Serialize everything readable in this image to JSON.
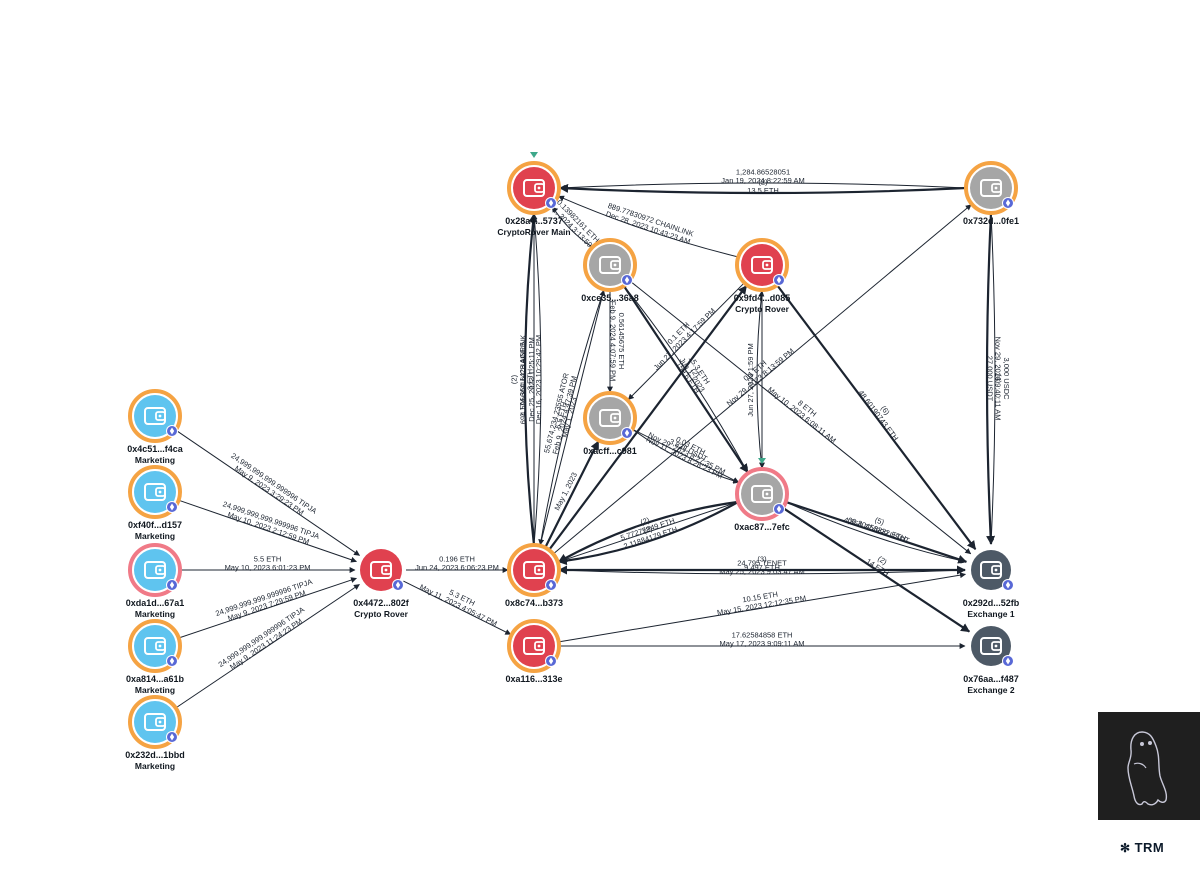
{
  "graph": {
    "nodes": [
      {
        "id": "n_4c51",
        "address": "0x4c51...f4ca",
        "label": "Marketing",
        "kind": "blue",
        "ring": "orange"
      },
      {
        "id": "n_f40f",
        "address": "0xf40f...d157",
        "label": "Marketing",
        "kind": "blue",
        "ring": "orange"
      },
      {
        "id": "n_da1d",
        "address": "0xda1d...67a1",
        "label": "Marketing",
        "kind": "blue",
        "ring": "pink"
      },
      {
        "id": "n_a814",
        "address": "0xa814...a61b",
        "label": "Marketing",
        "kind": "blue",
        "ring": "orange"
      },
      {
        "id": "n_232d",
        "address": "0x232d...1bbd",
        "label": "Marketing",
        "kind": "blue",
        "ring": "orange"
      },
      {
        "id": "n_4472",
        "address": "0x4472...802f",
        "label": "Crypto Rover",
        "kind": "red",
        "ring": "none"
      },
      {
        "id": "n_8c74",
        "address": "0x8c74...b373",
        "label": "",
        "kind": "red",
        "ring": "orange"
      },
      {
        "id": "n_a116",
        "address": "0xa116...313e",
        "label": "",
        "kind": "red",
        "ring": "orange"
      },
      {
        "id": "n_28a4",
        "address": "0x28a4...5737",
        "label": "CryptoRover Main",
        "kind": "red",
        "ring": "orange",
        "marker": true
      },
      {
        "id": "n_ce35",
        "address": "0xce35...36a8",
        "label": "",
        "kind": "gray",
        "ring": "orange"
      },
      {
        "id": "n_acff",
        "address": "0xacff...c981",
        "label": "",
        "kind": "gray",
        "ring": "orange"
      },
      {
        "id": "n_9fd4",
        "address": "0x9fd4...d085",
        "label": "Crypto Rover",
        "kind": "red",
        "ring": "orange"
      },
      {
        "id": "n_ac87",
        "address": "0xac87...7efc",
        "label": "",
        "kind": "gray",
        "ring": "pink",
        "marker": true
      },
      {
        "id": "n_732d",
        "address": "0x732d...0fe1",
        "label": "",
        "kind": "gray",
        "ring": "orange"
      },
      {
        "id": "n_292d",
        "address": "0x292d...52fb",
        "label": "Exchange 1",
        "kind": "dark",
        "ring": "none"
      },
      {
        "id": "n_76aa",
        "address": "0x76aa...f487",
        "label": "Exchange 2",
        "kind": "dark",
        "ring": "none"
      }
    ],
    "edges": [
      {
        "from": "n_4c51",
        "to": "n_4472",
        "width": 1,
        "lines": [
          "24,999,999,999.999996 TIPJA",
          "May 9, 2023 3:29:23 PM"
        ]
      },
      {
        "from": "n_f40f",
        "to": "n_4472",
        "width": 1,
        "lines": [
          "24,999,999,999.999996 TIPJA",
          "May 10, 2023 2:12:59 PM"
        ]
      },
      {
        "from": "n_da1d",
        "to": "n_4472",
        "width": 1,
        "lines": [
          "5.5 ETH",
          "May 10, 2023 6:01:23 PM"
        ]
      },
      {
        "from": "n_a814",
        "to": "n_4472",
        "width": 1,
        "lines": [
          "24,999,999,999.999996 TIPJA",
          "May 9, 2023 7:29:59 PM"
        ]
      },
      {
        "from": "n_232d",
        "to": "n_4472",
        "width": 1,
        "lines": [
          "24,999,999,999.999996 TIPJA",
          "May 9, 2023 11:24:23 PM"
        ]
      },
      {
        "from": "n_4472",
        "to": "n_8c74",
        "width": 1,
        "lines": [
          "0.196 ETH",
          "Jun 24, 2023 6:06:23 PM"
        ]
      },
      {
        "from": "n_4472",
        "to": "n_a116",
        "width": 1,
        "lines": [
          "5.3 ETH",
          "May 11, 2023 4:05:47 PM"
        ]
      },
      {
        "from": "n_8c74",
        "to": "n_28a4",
        "width": 2.2,
        "bend": -18,
        "lines": [
          "(2)",
          "1,174,364 1423 AGRS"
        ]
      },
      {
        "from": "n_8c74",
        "to": "n_28a4",
        "width": 1,
        "lines": [
          "694.59564116 CHAINLINK",
          "Dec 25, 2023 1:25:11 PM"
        ]
      },
      {
        "from": "n_8c74",
        "to": "n_28a4",
        "width": 1,
        "bend": 14,
        "lines": [
          "3 ETH",
          "Dec 16, 2023 10:29:42 PM"
        ]
      },
      {
        "from": "n_8c74",
        "to": "n_ce35",
        "width": 1,
        "lines": [
          "6.5 ETH",
          "May 1, 2023"
        ]
      },
      {
        "from": "n_ce35",
        "to": "n_8c74",
        "width": 1,
        "bend": 10,
        "lines": [
          "55,674,234.23555 ATOR",
          "Feb 9, 2024 4:47:39 PM"
        ]
      },
      {
        "from": "n_ce35",
        "to": "n_acff",
        "width": 1,
        "lines": [
          "0.56145675 ETH",
          "Feb 9, 2024 4:07:59 PM"
        ]
      },
      {
        "from": "n_ce35",
        "to": "n_ac87",
        "width": 2.2,
        "lines": [
          "(2)",
          "159.6 ETH"
        ]
      },
      {
        "from": "n_ce35",
        "to": "n_ac87",
        "width": 1,
        "bend": -10,
        "lines": [
          "15.3 ETH",
          "Jun 1, 2023"
        ]
      },
      {
        "from": "n_9fd4",
        "to": "n_28a4",
        "width": 1,
        "bend": -8,
        "lines": [
          "889.77830972 CHAINLINK",
          "Dec 28, 2023 10:43:23 AM"
        ]
      },
      {
        "from": "n_9fd4",
        "to": "n_acff",
        "width": 1,
        "lines": [
          "0.1 ETH",
          "Jun 27, 2023 4:17:59 PM"
        ]
      },
      {
        "from": "n_9fd4",
        "to": "n_292d",
        "width": 2.2,
        "lines": [
          "(6)",
          "48.60190743 ETH"
        ]
      },
      {
        "from": "n_9fd4",
        "to": "n_ac87",
        "width": 1,
        "lines": []
      },
      {
        "from": "n_ac87",
        "to": "n_9fd4",
        "width": 1,
        "bend": -10,
        "lines": [
          "Jun 27, 2023 1:59 PM"
        ]
      },
      {
        "from": "n_ce35",
        "to": "n_292d",
        "width": 1,
        "lines": [
          "8 ETH",
          "May 10, 2023 6:08:11 AM"
        ]
      },
      {
        "from": "n_acff",
        "to": "n_ac87",
        "width": 1,
        "lines": [
          "0.03 ETH",
          "Nov 29, 2023 8:27:35 PM"
        ]
      },
      {
        "from": "n_acff",
        "to": "n_ac87",
        "width": 1,
        "bend": 10,
        "lines": [
          "3,838 USDT",
          "Nov 11, 2023 8:28:23 PM"
        ]
      },
      {
        "from": "n_ac87",
        "to": "n_8c74",
        "width": 1,
        "lines": [
          "(2)",
          "5.77275949 ETH"
        ]
      },
      {
        "from": "n_ac87",
        "to": "n_8c74",
        "width": 2.2,
        "bend": -18,
        "lines": [
          "(2)",
          "2.11884179 ETH"
        ]
      },
      {
        "from": "n_ac87",
        "to": "n_8c74",
        "width": 2.2,
        "bend": 18,
        "lines": []
      },
      {
        "from": "n_ac87",
        "to": "n_292d",
        "width": 2.2,
        "lines": [
          "(5)",
          "66.30453222 ETH"
        ]
      },
      {
        "from": "n_ac87",
        "to": "n_292d",
        "width": 1,
        "bend": 10,
        "lines": [
          "4,556.774899 USDT"
        ]
      },
      {
        "from": "n_ac87",
        "to": "n_76aa",
        "width": 2.2,
        "lines": [
          "(2)",
          "14 ETH"
        ]
      },
      {
        "from": "n_8c74",
        "to": "n_292d",
        "width": 2.2,
        "bidir": true,
        "lines": [
          "(3)",
          "9.497 ETH"
        ]
      },
      {
        "from": "n_8c74",
        "to": "n_292d",
        "width": 1,
        "bend": 8,
        "lines": [
          "24,795 TENET",
          "May 25, 2023 9:03:47 AM"
        ]
      },
      {
        "from": "n_a116",
        "to": "n_292d",
        "width": 1,
        "lines": [
          "10.15 ETH",
          "May 15, 2023 12:12:35 PM"
        ]
      },
      {
        "from": "n_a116",
        "to": "n_76aa",
        "width": 1,
        "lines": [
          "17.62584858 ETH",
          "May 17, 2023 9:09:11 AM"
        ]
      },
      {
        "from": "n_8c74",
        "to": "n_732d",
        "width": 1,
        "lines": [
          "0.1 ETH",
          "Nov 29, 2023 8:13:59 PM"
        ]
      },
      {
        "from": "n_8c74",
        "to": "n_9fd4",
        "width": 2.2,
        "lines": []
      },
      {
        "from": "n_8c74",
        "to": "n_acff",
        "width": 2.2,
        "lines": [
          "May 1, 2023"
        ]
      },
      {
        "from": "n_732d",
        "to": "n_28a4",
        "width": 2.2,
        "bend": -10,
        "lines": [
          "(2)",
          "13.5 ETH"
        ]
      },
      {
        "from": "n_732d",
        "to": "n_28a4",
        "width": 1,
        "bend": 10,
        "lines": [
          "1,284.86528051",
          "Jan 19, 2024 8:22:59 AM"
        ]
      },
      {
        "from": "n_ce35",
        "to": "n_28a4",
        "width": 1,
        "bend": -6,
        "lines": [
          "0.13982161 ETH",
          "Jan 1, 2024 3:13:59 AM"
        ]
      },
      {
        "from": "n_732d",
        "to": "n_292d",
        "width": 1,
        "bend": -8,
        "lines": [
          "3,000 USDC",
          "Nov 29, 2023 9:40:11 AM"
        ]
      },
      {
        "from": "n_732d",
        "to": "n_292d",
        "width": 2.2,
        "bend": 8,
        "lines": [
          "(4)",
          "27,000 USDT"
        ]
      }
    ]
  },
  "brand": {
    "name": "TRM",
    "star": "✻"
  },
  "colors": {
    "red": "#e0414f",
    "blue": "#5fc4ef",
    "gray": "#a6a6a6",
    "dark": "#4d5966",
    "orangeRing": "#f5a343",
    "pinkRing": "#f07a87",
    "edge": "#1c2430",
    "marker": "#3da88a",
    "ethBadge": "#5868d6"
  }
}
